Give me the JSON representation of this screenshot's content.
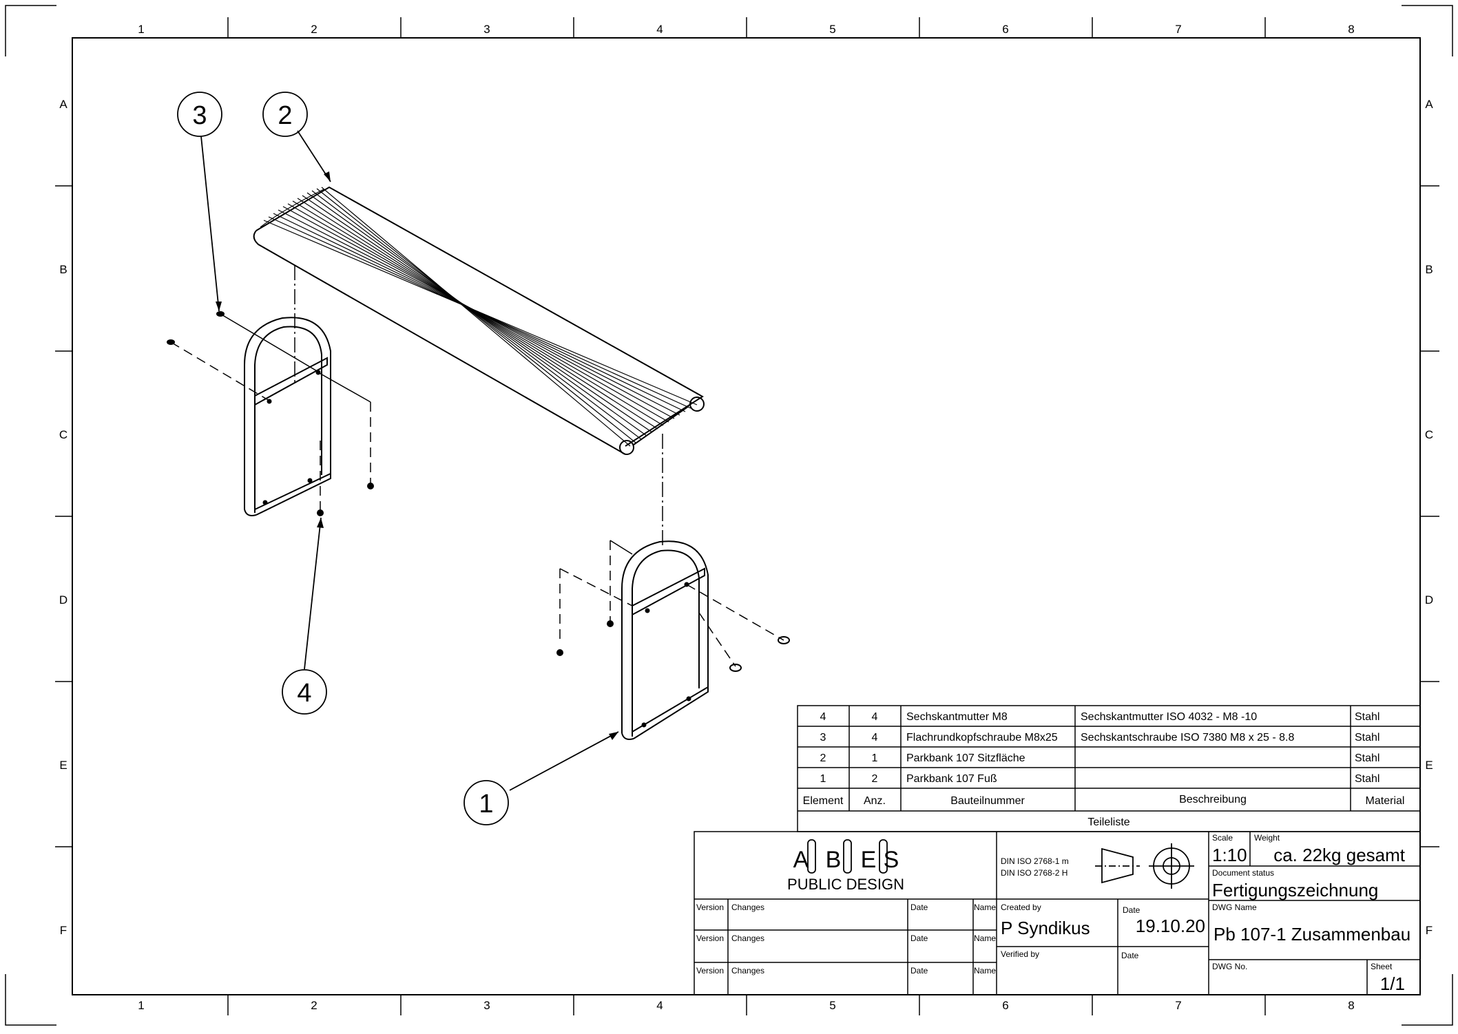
{
  "border": {
    "columns": [
      "1",
      "2",
      "3",
      "4",
      "5",
      "6",
      "7",
      "8"
    ],
    "rows": [
      "A",
      "B",
      "C",
      "D",
      "E",
      "F"
    ]
  },
  "balloons": [
    "1",
    "2",
    "3",
    "4"
  ],
  "parts_list": {
    "rows": [
      {
        "element": "4",
        "qty": "4",
        "part": "Sechskantmutter M8",
        "desc": "Sechskantmutter ISO 4032 - M8 -10",
        "material": "Stahl"
      },
      {
        "element": "3",
        "qty": "4",
        "part": "Flachrundkopfschraube M8x25",
        "desc": "Sechskantschraube ISO 7380 M8 x 25 - 8.8",
        "material": "Stahl"
      },
      {
        "element": "2",
        "qty": "1",
        "part": "Parkbank 107 Sitzfläche",
        "desc": "",
        "material": "Stahl"
      },
      {
        "element": "1",
        "qty": "2",
        "part": "Parkbank 107 Fuß",
        "desc": "",
        "material": "Stahl"
      }
    ],
    "headers": {
      "element": "Element",
      "qty": "Anz.",
      "part": "Bauteilnummer",
      "desc": "Beschreibung",
      "material": "Material"
    },
    "title": "Teileliste"
  },
  "title_block": {
    "logo_top": "ABES",
    "logo_bottom": "PUBLIC  DESIGN",
    "standard_1": "DIN ISO 2768-1 m",
    "standard_2": "DIN ISO 2768-2 H",
    "revision_labels": {
      "version": "Version",
      "changes": "Changes",
      "date": "Date",
      "name": "Name"
    },
    "created_by_label": "Created by",
    "created_by": "P Syndikus",
    "date_label": "Date",
    "date": "19.10.20",
    "verified_by_label": "Verified by",
    "verified_date_label": "Date",
    "scale_label": "Scale",
    "scale": "1:10",
    "weight_label": "Weight",
    "weight": "ca. 22kg gesamt",
    "doc_status_label": "Document status",
    "doc_status": "Fertigungszeichnung",
    "dwg_name_label": "DWG Name",
    "dwg_name": "Pb 107-1 Zusammenbau",
    "dwg_no_label": "DWG No.",
    "sheet_label": "Sheet",
    "sheet": "1/1"
  }
}
